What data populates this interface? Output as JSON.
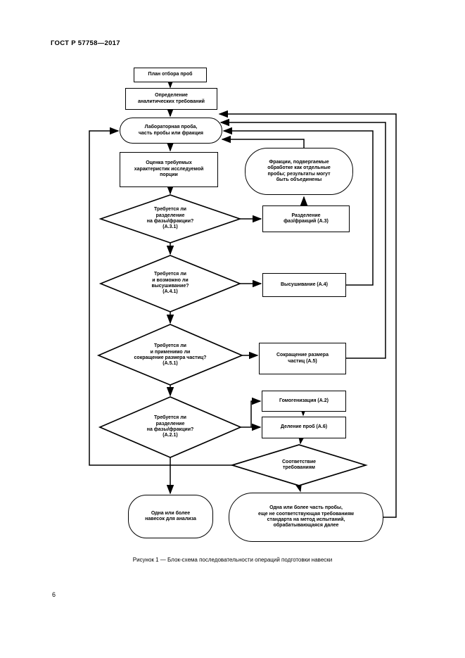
{
  "doc": {
    "header": "ГОСТ Р 57758—2017",
    "page_number": "6",
    "caption": "Рисунок 1 — Блок-схема последовательности операций подготовки навески"
  },
  "flowchart": {
    "colors": {
      "line": "#000000",
      "background": "#ffffff",
      "text": "#000000"
    },
    "nodes": {
      "plan": "План отбора проб",
      "requirements": "Определение\nаналитических требований",
      "lab_sample": "Лабораторная проба,\nчасть пробы или фракция",
      "assessment": "Оценка требуемых\nхарактеристик исследуемой\nпорции",
      "fractions_note": "Фракции, подвергаемые\nобработке как отдельные\nпробы; результаты могут\nбыть объединены",
      "q_phase_separation": "Требуется ли\nразделение\nна фазы/фракции?\n(А.3.1)",
      "phase_separation": "Разделение\nфаз/фракций (А.3)",
      "q_drying": "Требуется ли\nи возможно ли\nвысушивание?\n(А.4.1)",
      "drying": "Высушивание (А.4)",
      "q_size_reduction": "Требуется ли\nи применимо ли\nсокращение размера частиц?\n(А.5.1)",
      "size_reduction": "Сокращение размера\nчастиц (А.5)",
      "q_division": "Требуется ли\nразделение\nна фазы/фракции?\n(А.2.1)",
      "homogenization": "Гомогенизация (А.2)",
      "division": "Деление проб (А.6)",
      "q_conformance": "Соответствие\nтребованиям",
      "test_portions": "Одна или более\nнавесок для анализа",
      "nonconforming": "Одна или более часть пробы,\nеще не соответствующая требованиям\nстандарта на метод испытаний,\nобрабатывающаяся далее"
    }
  }
}
